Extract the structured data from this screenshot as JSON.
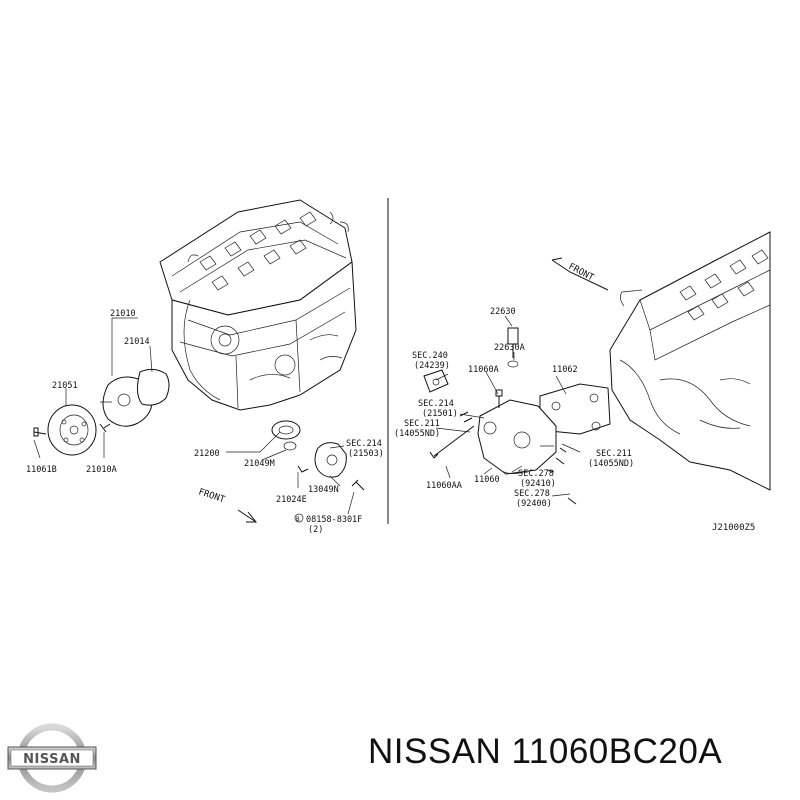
{
  "left_panel": {
    "front_label": "FRONT",
    "labels": {
      "p21010": "21010",
      "p21014": "21014",
      "p21051": "21051",
      "p11061b": "11061B",
      "p21010a": "21010A",
      "p21200": "21200",
      "p21049m": "21049M",
      "p21024e": "21024E",
      "p13049n": "13049N",
      "sec214": "SEC.214",
      "sec214sub": "(21503)",
      "bolt": "08158-8301F",
      "bolt_qty": "(2)",
      "bolt_symbol": "B"
    }
  },
  "right_panel": {
    "front_label": "FRONT",
    "labels": {
      "p22630": "22630",
      "p22630a": "22630A",
      "sec240": "SEC.240",
      "sec240sub": "(24239)",
      "p11060a": "11060A",
      "p11062": "11062",
      "sec214": "SEC.214",
      "sec214sub": "(21501)",
      "sec211a": "SEC.211",
      "sec211asub": "(14055ND)",
      "sec211b": "SEC.211",
      "sec211bsub": "(14055ND)",
      "sec278a": "SEC.278",
      "sec278asub": "(92410)",
      "sec278b": "SEC.278",
      "sec278bsub": "(92400)",
      "p11060aa": "11060AA",
      "p11060": "11060"
    }
  },
  "figure_code": "J21000Z5",
  "brand": {
    "logo_text": "NISSAN",
    "caption": "NISSAN 11060BC20A"
  }
}
